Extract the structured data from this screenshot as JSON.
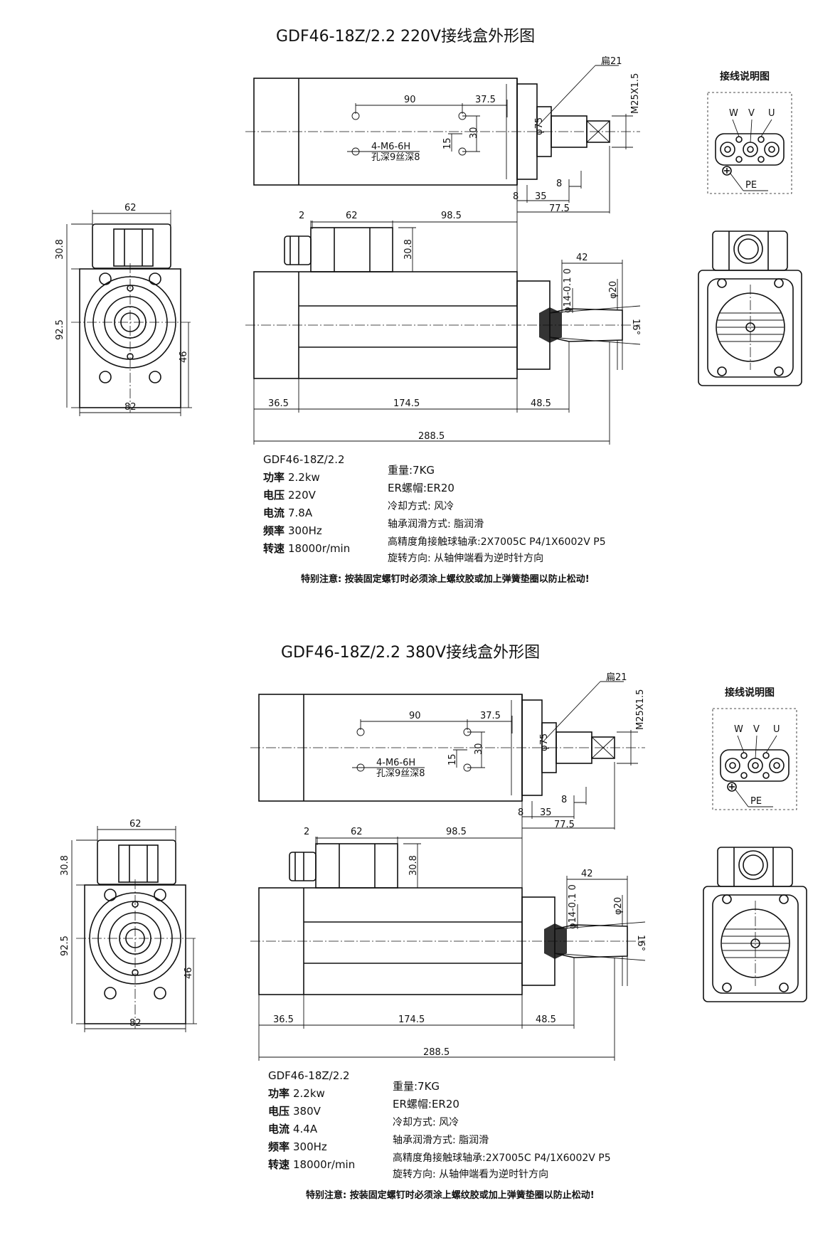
{
  "sheets": [
    {
      "title": "GDF46-18Z/2.2  220V接线盒外形图",
      "wiring_title": "接线说明图",
      "terminals": [
        "W",
        "V",
        "U"
      ],
      "pe_label": "PE",
      "flat_label": "扁21",
      "thread_label": "M25X1.5",
      "hole_label_1": "4-M6-6H",
      "hole_label_2": "孔深9丝深8",
      "dims_top": [
        "90",
        "37.5",
        "30",
        "15",
        "φ75",
        "8",
        "35",
        "8",
        "77.5"
      ],
      "dims_side": [
        "2",
        "62",
        "98.5",
        "30.8",
        "42",
        "φ20",
        "φ14-0.1 0",
        "16°",
        "36.5",
        "174.5",
        "48.5",
        "288.5"
      ],
      "dims_front": [
        "62",
        "30.8",
        "92.5",
        "46",
        "82"
      ],
      "model": "GDF46-18Z/2.2",
      "specs_left": [
        {
          "label": "功率",
          "value": "2.2kw"
        },
        {
          "label": "电压",
          "value": "220V"
        },
        {
          "label": "电流",
          "value": "7.8A"
        },
        {
          "label": "频率",
          "value": "300Hz"
        },
        {
          "label": "转速",
          "value": "18000r/min"
        }
      ],
      "specs_right": [
        "重量:7KG",
        "ER螺帽:ER20",
        "冷却方式: 风冷",
        "轴承润滑方式: 脂润滑",
        "高精度角接触球轴承:2X7005C P4/1X6002V P5",
        "旋转方向: 从轴伸端看为逆时针方向"
      ],
      "note": "特别注意: 按装固定螺钉时必须涂上螺纹胶或加上弹簧垫圈以防止松动!"
    },
    {
      "title": "GDF46-18Z/2.2  380V接线盒外形图",
      "wiring_title": "接线说明图",
      "terminals": [
        "W",
        "V",
        "U"
      ],
      "pe_label": "PE",
      "flat_label": "扁21",
      "thread_label": "M25X1.5",
      "hole_label_1": "4-M6-6H",
      "hole_label_2": "孔深9丝深8",
      "dims_top": [
        "90",
        "37.5",
        "30",
        "15",
        "φ75",
        "8",
        "35",
        "8",
        "77.5"
      ],
      "dims_side": [
        "2",
        "62",
        "98.5",
        "30.8",
        "42",
        "φ20",
        "φ14-0.1 0",
        "16°",
        "36.5",
        "174.5",
        "48.5",
        "288.5"
      ],
      "dims_front": [
        "62",
        "30.8",
        "92.5",
        "46",
        "82"
      ],
      "model": "GDF46-18Z/2.2",
      "specs_left": [
        {
          "label": "功率",
          "value": "2.2kw"
        },
        {
          "label": "电压",
          "value": "380V"
        },
        {
          "label": "电流",
          "value": "4.4A"
        },
        {
          "label": "频率",
          "value": "300Hz"
        },
        {
          "label": "转速",
          "value": "18000r/min"
        }
      ],
      "specs_right": [
        "重量:7KG",
        "ER螺帽:ER20",
        "冷却方式: 风冷",
        "轴承润滑方式: 脂润滑",
        "高精度角接触球轴承:2X7005C P4/1X6002V P5",
        "旋转方向: 从轴伸端看为逆时针方向"
      ],
      "note": "特别注意: 按装固定螺钉时必须涂上螺纹胶或加上弹簧垫圈以防止松动!"
    }
  ]
}
